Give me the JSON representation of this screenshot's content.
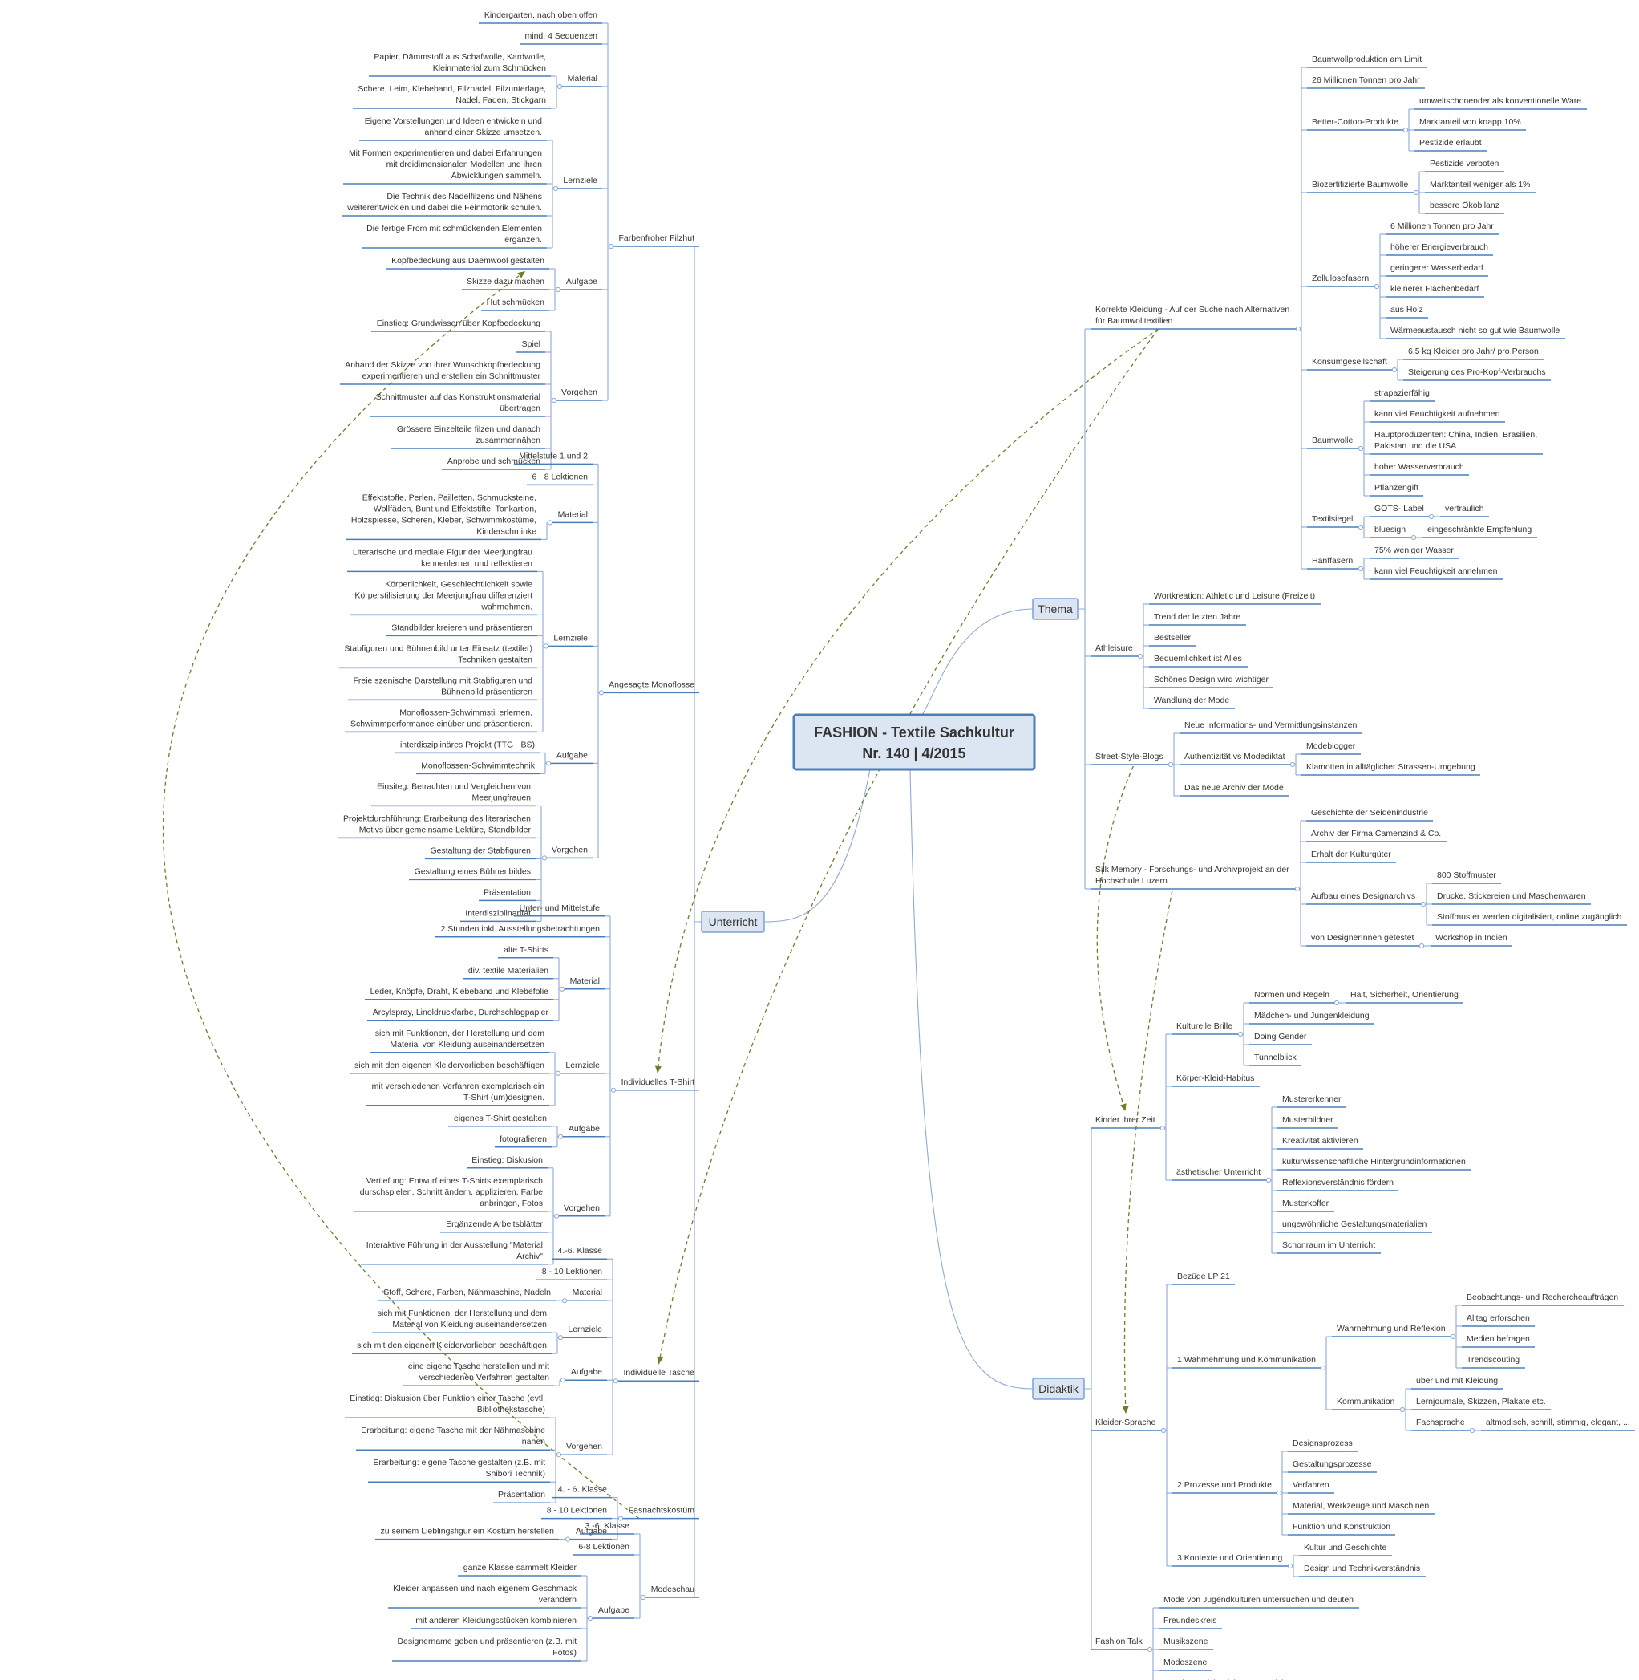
{
  "colors": {
    "underline": "#4a7ebb",
    "connector": "#8ea9d8",
    "relationship": "#6b7f2a",
    "topic_fill": "#dce6f2"
  },
  "central": {
    "lines": [
      "FASHION - Textile Sachkultur",
      "Nr. 140 | 4/2015"
    ]
  },
  "main": {
    "unterricht": "Unterricht",
    "thema": "Thema",
    "didaktik": "Didaktik"
  },
  "unterricht": [
    {
      "label": "Farbenfroher Filzhut",
      "items": [
        {
          "label": "Kindergarten, nach oben offen"
        },
        {
          "label": "mind. 4 Sequenzen"
        },
        {
          "label": "Material",
          "items": [
            "Papier, Dämmstoff aus Schafwolle, Kardwolle, Kleinmaterial zum Schmücken",
            "Schere, Leim, Klebeband, Filznadel, Filzunterlage, Nadel, Faden, Stickgarn"
          ]
        },
        {
          "label": "Lernziele",
          "items": [
            "Eigene Vorstellungen und Ideen entwickeln und anhand einer Skizze umsetzen.",
            "Mit Formen experimentieren und dabei Erfahrungen mit dreidimensionalen Modellen und ihren Abwicklungen sammeln.",
            "Die Technik des Nadelfilzens und Nähens weiterentwicklen und dabei die Feinmotorik schulen.",
            "Die fertige From mit schmückenden Elementen ergänzen."
          ]
        },
        {
          "label": "Aufgabe",
          "items": [
            "Kopfbedeckung aus Daemwool gestalten",
            "Skizze dazu machen",
            "Hut schmücken"
          ]
        },
        {
          "label": "Vorgehen",
          "items": [
            "Einstieg: Grundwissen über Kopfbedeckung",
            "Spiel",
            "Anhand der Skizze von ihrer Wunschkopfbedeckung experimentieren und erstellen ein Schnittmuster",
            "Schnittmuster auf das Konstruktionsmaterial übertragen",
            "Grössere Einzelteile filzen und danach zusammennähen",
            "Anprobe und schmücken"
          ]
        }
      ]
    },
    {
      "label": "Angesagte Monoflosse",
      "items": [
        {
          "label": "Mittelstufe 1 und 2"
        },
        {
          "label": "6 - 8 Lektionen"
        },
        {
          "label": "Material",
          "items": [
            "Effektstoffe, Perlen, Pailletten, Schmucksteine, Wollfäden, Bunt und Effektstifte, Tonkartion, Holzspiesse, Scheren, Kleber, Schwimmkostüme, Kinderschminke"
          ]
        },
        {
          "label": "Lernziele",
          "items": [
            "Literarische und mediale Figur der Meerjungfrau kennenlernen und reflektieren",
            "Körperlichkeit, Geschlechtlichkeit sowie Körperstilisierung der Meerjungfrau differenziert wahrnehmen.",
            "Standbilder kreieren und präsentieren",
            "Stabfiguren und Bühnenbild unter Einsatz (textiler) Techniken gestalten",
            "Freie szenische Darstellung mit Stabfiguren und Bühnenbild präsentieren",
            "Monoflossen-Schwimmstil erlernen, Schwimmperformance einüber und präsentieren."
          ]
        },
        {
          "label": "Aufgabe",
          "items": [
            "interdisziplinäres Projekt (TTG - BS)",
            "Monoflossen-Schwimmtechnik"
          ]
        },
        {
          "label": "Vorgehen",
          "items": [
            "Einsiteg: Betrachten und Vergleichen von Meerjungfrauen",
            "Projektdurchführung: Erarbeitung des literarischen Motivs über gemeinsame Lektüre, Standbilder",
            "Gestaltung der Stabfiguren",
            "Gestaltung eines Bühnenbildes",
            "Präsentation",
            "Interdisziplinarität"
          ]
        }
      ]
    },
    {
      "label": "Individuelles T-Shirt",
      "items": [
        {
          "label": "Unter- und Mittelstufe"
        },
        {
          "label": "2 Stunden inkl. Ausstellungsbetrachtungen"
        },
        {
          "label": "Material",
          "items": [
            "alte T-Shirts",
            "div. textile Materialien",
            "Leder, Knöpfe, Draht, Klebeband und Klebefolie",
            "Arcylspray, Linoldruckfarbe, Durchschlagpapier"
          ]
        },
        {
          "label": "Lernziele",
          "items": [
            "sich mit Funktionen, der Herstellung und dem Material von Kleidung auseinandersetzen",
            "sich mit den eigenen Kleidervorlieben beschäftigen",
            "mit verschiedenen Verfahren exemplarisch ein T-Shirt (um)designen."
          ]
        },
        {
          "label": "Aufgabe",
          "items": [
            "eigenes T-Shirt gestalten",
            "fotografieren"
          ]
        },
        {
          "label": "Vorgehen",
          "items": [
            "Einstieg: Diskusion",
            "Vertiefung: Entwurf eines T-Shirts exemplarisch durschspielen, Schnitt ändern, applizieren, Farbe anbringen, Fotos",
            "Ergänzende Arbeitsblätter",
            "Interaktive Führung in der Ausstellung \"Material Archiv\""
          ]
        }
      ]
    },
    {
      "label": "Individuelle Tasche",
      "items": [
        {
          "label": "4.-6. Klasse"
        },
        {
          "label": "8 - 10 Lektionen"
        },
        {
          "label": "Material",
          "items": [
            "Stoff, Schere, Farben, Nähmaschine, Nadeln"
          ]
        },
        {
          "label": "Lernziele",
          "items": [
            "sich mit Funktionen, der Herstellung und dem Material von Kleidung auseinandersetzen",
            "sich mit den eigenen Kleidervorlieben beschäftigen"
          ]
        },
        {
          "label": "Aufgabe",
          "items": [
            "eine eigene Tasche herstellen und mit verschiedenen Verfahren gestalten"
          ]
        },
        {
          "label": "Vorgehen",
          "items": [
            "Einstieg: Diskusion über Funktion einer Tasche (evtl. Bibliothekstasche)",
            "Erarbeitung: eigene Tasche mit der Nähmaschine nähen",
            "Erarbeitung: eigene Tasche gestalten (z.B. mit Shibori Technik)",
            "Präsentation"
          ]
        }
      ]
    },
    {
      "label": "Fasnachtskostüm",
      "items": [
        {
          "label": "4. - 6. Klasse"
        },
        {
          "label": "8 - 10 Lektionen"
        },
        {
          "label": "Aufgabe",
          "items": [
            "zu seinem Lieblingsfigur ein Kostüm herstellen"
          ]
        }
      ]
    },
    {
      "label": "Modeschau",
      "items": [
        {
          "label": "3.-6. Klasse"
        },
        {
          "label": "6-8 Lektionen"
        },
        {
          "label": "Aufgabe",
          "items": [
            "ganze Klasse sammelt Kleider",
            "Kleider anpassen und nach eigenem Geschmack verändern",
            "mit anderen Kleidungsstücken kombinieren",
            "Designername geben und präsentieren (z.B. mit Fotos)"
          ]
        }
      ]
    }
  ],
  "thema": [
    {
      "label": "Korrekte Kleidung - Auf der Suche nach Alternativen für Baumwolltextilien",
      "items": [
        {
          "label": "Baumwollproduktion am Limit"
        },
        {
          "label": "26 Millionen Tonnen pro Jahr"
        },
        {
          "label": "Better-Cotton-Produkte",
          "items": [
            "umweltschonender als konventionelle Ware",
            "Marktanteil von knapp 10%",
            "Pestizide erlaubt"
          ]
        },
        {
          "label": "Biozertifizierte Baumwolle",
          "items": [
            "Pestizide verboten",
            "Marktanteil weniger als 1%",
            "bessere Ökobilanz"
          ]
        },
        {
          "label": "Zellulosefasern",
          "items": [
            "6 Millionen Tonnen pro Jahr",
            "höherer Energieverbrauch",
            "geringerer Wasserbedarf",
            "kleinerer Flächenbedarf",
            "aus Holz",
            "Wärmeaustausch nicht so gut wie Baumwolle"
          ]
        },
        {
          "label": "Konsumgesellschaft",
          "items": [
            "6.5 kg Kleider pro Jahr/ pro Person",
            "Steigerung des Pro-Kopf-Verbrauchs"
          ]
        },
        {
          "label": "Baumwolle",
          "items": [
            "strapazierfähig",
            "kann viel Feuchtigkeit aufnehmen",
            "Hauptproduzenten: China, Indien, Brasilien, Pakistan und die USA",
            "hoher Wasserverbrauch",
            "Pflanzengift"
          ]
        },
        {
          "label": "Textilsiegel",
          "items": [
            {
              "label": "GOTS- Label",
              "items": [
                "vertraulich"
              ]
            },
            {
              "label": "bluesign",
              "items": [
                "eingeschränkte Empfehlung"
              ]
            }
          ]
        },
        {
          "label": "Hanffasern",
          "items": [
            "75% weniger Wasser",
            "kann viel Feuchtigkeit annehmen"
          ]
        }
      ]
    },
    {
      "label": "Athleisure",
      "items": [
        "Wortkreation: Athletic und Leisure (Freizeit)",
        "Trend der letzten Jahre",
        "Bestseller",
        "Bequemlichkeit ist Alles",
        "Schönes Design wird wichtiger",
        "Wandlung der Mode"
      ]
    },
    {
      "label": "Street-Style-Blogs",
      "items": [
        {
          "label": "Neue Informations- und Vermittlungsinstanzen"
        },
        {
          "label": "Authentizität vs Modediktat",
          "items": [
            "Modeblogger",
            "Klamotten in alltäglicher Strassen-Umgebung"
          ]
        },
        {
          "label": "Das neue Archiv der Mode"
        }
      ]
    },
    {
      "label": "Silk Memory - Forschungs- und Archivprojekt an der Hochschule Luzern",
      "items": [
        {
          "label": "Geschichte der Seidenindustrie"
        },
        {
          "label": "Archiv der Firma Camenzind & Co."
        },
        {
          "label": "Erhalt der Kulturgüter"
        },
        {
          "label": "Aufbau eines Designarchivs",
          "items": [
            "800 Stoffmuster",
            "Drucke, Stickereien und Maschenwaren",
            "Stoffmuster werden digitalisiert, online zugänglich"
          ]
        },
        {
          "label": "von DesignerInnen getestet",
          "items": [
            "Workshop in Indien"
          ]
        }
      ]
    }
  ],
  "didaktik": [
    {
      "label": "Kinder ihrer Zeit",
      "items": [
        {
          "label": "Kulturelle Brille",
          "items": [
            {
              "label": "Normen und Regeln",
              "items": [
                "Halt, Sicherheit, Orientierung"
              ]
            },
            {
              "label": "Mädchen- und Jungenkleidung"
            },
            {
              "label": "Doing Gender"
            },
            {
              "label": "Tunnelblick"
            }
          ]
        },
        {
          "label": "Körper-Kleid-Habitus"
        },
        {
          "label": "ästhetischer Unterricht",
          "items": [
            "Mustererkenner",
            "Musterbildner",
            "Kreativität aktivieren",
            "kulturwissenschaftliche Hintergrundinformationen",
            "Reflexionsverständnis fördern",
            "Musterkoffer",
            "ungewöhnliche Gestaltungsmaterialien",
            "Schonraum im Unterricht"
          ]
        }
      ]
    },
    {
      "label": "Kleider-Sprache",
      "items": [
        {
          "label": "Bezüge LP 21"
        },
        {
          "label": "1 Wahrnehmung und Kommunikation",
          "items": [
            {
              "label": "Wahrnehmung und Reflexion",
              "items": [
                "Beobachtungs- und Rechercheaufträgen",
                "Alltag erforschen",
                "Medien befragen",
                "Trendscouting"
              ]
            },
            {
              "label": "Kommunikation",
              "items": [
                {
                  "label": "über und mit Kleidung"
                },
                {
                  "label": "Lernjournale, Skizzen, Plakate etc."
                },
                {
                  "label": "Fachsprache",
                  "items": [
                    "altmodisch, schrill, stimmig, elegant, ..."
                  ]
                }
              ]
            }
          ]
        },
        {
          "label": "2 Prozesse und Produkte",
          "items": [
            "Designsprozess",
            "Gestaltungsprozesse",
            "Verfahren",
            "Material, Werkzeuge und Maschinen",
            "Funktion und Konstruktion"
          ]
        },
        {
          "label": "3 Kontexte und Orientierung",
          "items": [
            "Kultur und Geschichte",
            "Design und Technikverständnis"
          ]
        }
      ]
    },
    {
      "label": "Fashion Talk",
      "items": [
        "Mode von Jugendkulturen untersuchen und deuten",
        "Freundeskreis",
        "Musikszene",
        "Modeszene",
        "man kann nicht nicht kommunizieren"
      ]
    }
  ]
}
